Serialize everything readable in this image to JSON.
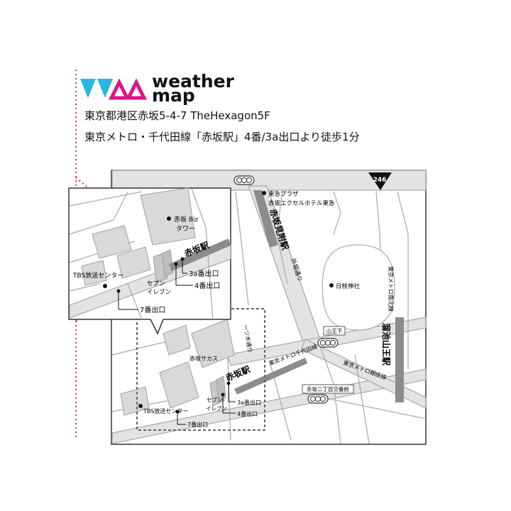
{
  "brand": {
    "name_line1": "weather",
    "name_line2": "map",
    "colors": {
      "cyan": "#29b6e0",
      "magenta": "#e0118a",
      "dots": "#e03a3a"
    }
  },
  "address": {
    "line1": "東京都港区赤坂5-4-7 TheHexagon5F",
    "line2": "東京メトロ・千代田線「赤坂駅」4番/3a出口より徒歩1分"
  },
  "map": {
    "route_badge": "246",
    "stations": {
      "akasaka_mitsuke": "赤坂見附駅",
      "tameike_sanno": "溜池山王駅",
      "akasaka": "赤坂駅"
    },
    "landmarks": {
      "tokyu_plaza_1": "東急プラザ",
      "tokyu_plaza_2": "赤坂エクセルホテル東急",
      "hie_jinja": "日枝神社",
      "akasaka_sacas": "赤坂サカス",
      "tbs": "TBS放送センター",
      "seven_eleven_1": "セブン",
      "seven_eleven_2": "イレブン"
    },
    "roads": {
      "sotobori": "外堀通り",
      "hitotsugi": "一ツ木通り",
      "namboku": "東京メトロ南北線",
      "chiyoda": "東京メトロ千代田線",
      "ginza": "東京メトロ銀座線"
    },
    "signals": {
      "sanno_shita": "山王下",
      "akasaka_2chome": "赤坂二丁目交番前"
    },
    "exits": {
      "exit_3a": "3a番出口",
      "exit_4": "4番出口",
      "exit_7": "7番出口"
    }
  },
  "inset": {
    "biz_tower_1": "赤坂 Biz",
    "biz_tower_2": "タワー",
    "station": "赤坂駅",
    "tbs": "TBS放送センター",
    "seven_eleven_1": "セブン",
    "seven_eleven_2": "イレブン",
    "exit_3a": "3a番出口",
    "exit_4": "4番出口",
    "exit_7": "7番出口"
  }
}
